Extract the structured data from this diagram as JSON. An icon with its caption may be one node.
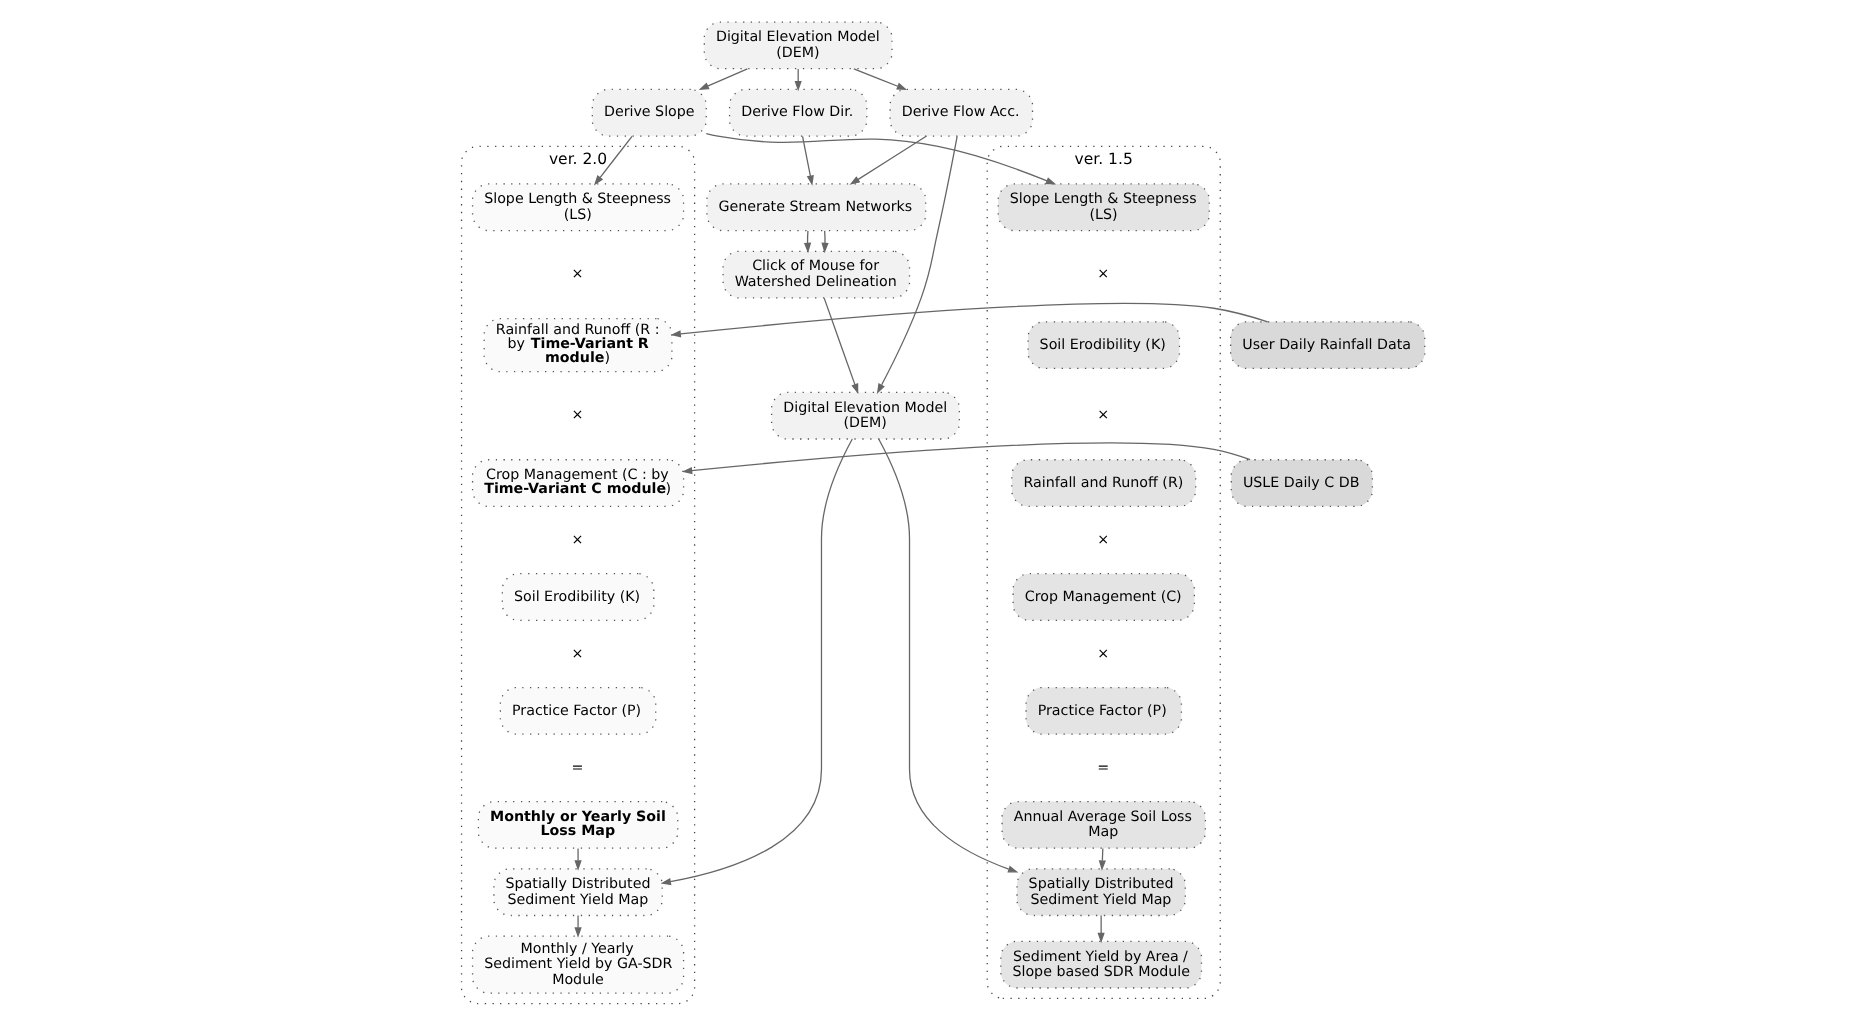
{
  "diagram": {
    "nodes": [
      {
        "text": [
          "Digital Elevation Model (DEM)"
        ]
      },
      {
        "text": [
          "Derive Flow Acc."
        ]
      },
      {
        "text": [
          "Derive Flow Dir."
        ]
      },
      {
        "text": [
          "Derive Slope"
        ]
      },
      {
        "text": [
          "Generate Stream Networks"
        ]
      },
      {
        "text": [
          "Click of Mouse for Watershed Delineation"
        ]
      },
      {
        "text": [
          "Digital Elevation Model (DEM)"
        ]
      },
      {
        "text": [
          "ver. 1.5"
        ]
      },
      {
        "text": [
          "Slope Length & Steepness (LS)"
        ],
        "in": 7
      },
      {
        "text": [
          "Soil Erodibility (K)"
        ],
        "in": 7
      },
      {
        "text": [
          "Rainfall and Runoff (R)"
        ],
        "in": 7
      },
      {
        "text": [
          "Crop Management (C)"
        ],
        "in": 7
      },
      {
        "text": [
          "Practice Factor (P)"
        ],
        "in": 7
      },
      {
        "text": [
          "Annual Average Soil Loss Map"
        ],
        "in": 7
      },
      {
        "text": [
          "Spatially Distributed Sediment Yield Map"
        ],
        "in": 7
      },
      {
        "text": [
          "Sediment Yield by Area / Slope based SDR Module"
        ],
        "in": 7
      },
      {
        "text": [
          "ver. 2.0"
        ]
      },
      {
        "text": [
          "Slope Length & Steepness (LS)"
        ],
        "in": 16
      },
      {
        "text": [
          "Rainfall and Runoff (R : by **Time-Variant R module**)"
        ],
        "in": 16
      },
      {
        "text": [
          "Crop Management (C : by **Time-Variant C module**)"
        ],
        "in": 16
      },
      {
        "text": [
          "Soil Erodibility (K)"
        ],
        "in": 16
      },
      {
        "text": [
          "Practice Factor (P)"
        ],
        "in": 16
      },
      {
        "text": [
          "**Monthly or Yearly Soil Loss Map**"
        ],
        "in": 16
      },
      {
        "text": [
          "Spatially Distributed Sediment Yield Map"
        ],
        "in": 16
      },
      {
        "text": [
          "Monthly / Yearly Sediment Yield by GA-SDR Module"
        ],
        "in": 16
      },
      {
        "text": [
          "User Daily Rainfall Data"
        ]
      },
      {
        "text": [
          "USLE Daily C DB"
        ]
      }
    ],
    "edges": [
      {
        "from": 0,
        "to": 1,
        "arrow": "to"
      },
      {
        "from": 0,
        "to": 2,
        "arrow": "to"
      },
      {
        "from": 0,
        "to": 3,
        "arrow": "to"
      },
      {
        "from": 3,
        "to": 8,
        "arrow": "to"
      },
      {
        "from": 3,
        "to": 17,
        "arrow": "to"
      },
      {
        "from": 1,
        "to": 4,
        "arrow": "to"
      },
      {
        "from": 2,
        "to": 4,
        "arrow": "to"
      },
      {
        "from": 1,
        "to": 6,
        "arrow": "to"
      },
      {
        "from": 4,
        "to": 5,
        "arrow": "to"
      },
      {
        "from": 4,
        "to": 5,
        "arrow": "to"
      },
      {
        "from": 5,
        "to": 6,
        "arrow": "to"
      },
      {
        "from": 6,
        "to": 14,
        "arrow": "to"
      },
      {
        "from": 6,
        "to": 23,
        "arrow": "to"
      },
      {
        "from": 13,
        "to": 14,
        "arrow": "to"
      },
      {
        "from": 14,
        "to": 15,
        "arrow": "to"
      },
      {
        "from": 22,
        "to": 23,
        "arrow": "to"
      },
      {
        "from": 23,
        "to": 24,
        "arrow": "to"
      },
      {
        "from": 25,
        "to": 18,
        "arrow": "to"
      },
      {
        "from": 26,
        "to": 19,
        "arrow": "to"
      }
    ],
    "labels": [
      "×",
      "×",
      "×",
      "×",
      "=",
      "×",
      "×",
      "×",
      "×",
      "="
    ]
  }
}
